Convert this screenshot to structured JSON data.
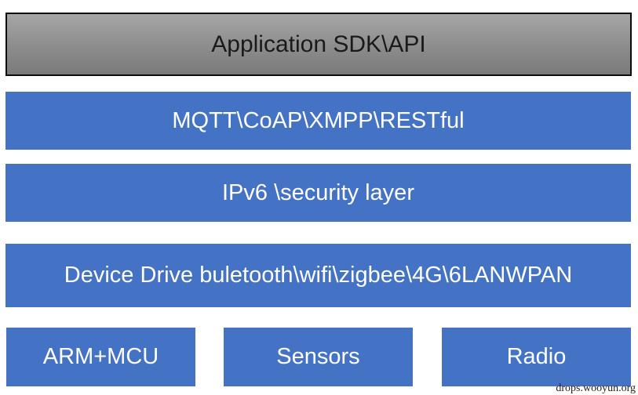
{
  "colors": {
    "layer_blue": "#4472c4",
    "top_gray_start": "#a6a6a6",
    "top_gray_end": "#7a7a7a",
    "top_border": "#0d0d0d",
    "text_on_blue": "#ffffff",
    "text_on_gray": "#1a1a1a",
    "watermark_text": "#2b1b10"
  },
  "diagram": {
    "top_layer": {
      "label": "Application SDK\\API"
    },
    "layers": [
      {
        "label": "MQTT\\CoAP\\XMPP\\RESTful"
      },
      {
        "label": "IPv6 \\security layer"
      },
      {
        "label": "Device Drive buletooth\\wifi\\zigbee\\4G\\6LANWPAN"
      }
    ],
    "hardware": [
      {
        "label": "ARM+MCU"
      },
      {
        "label": "Sensors"
      },
      {
        "label": "Radio"
      }
    ]
  },
  "footer": {
    "watermark": "drops.wooyun.org"
  }
}
